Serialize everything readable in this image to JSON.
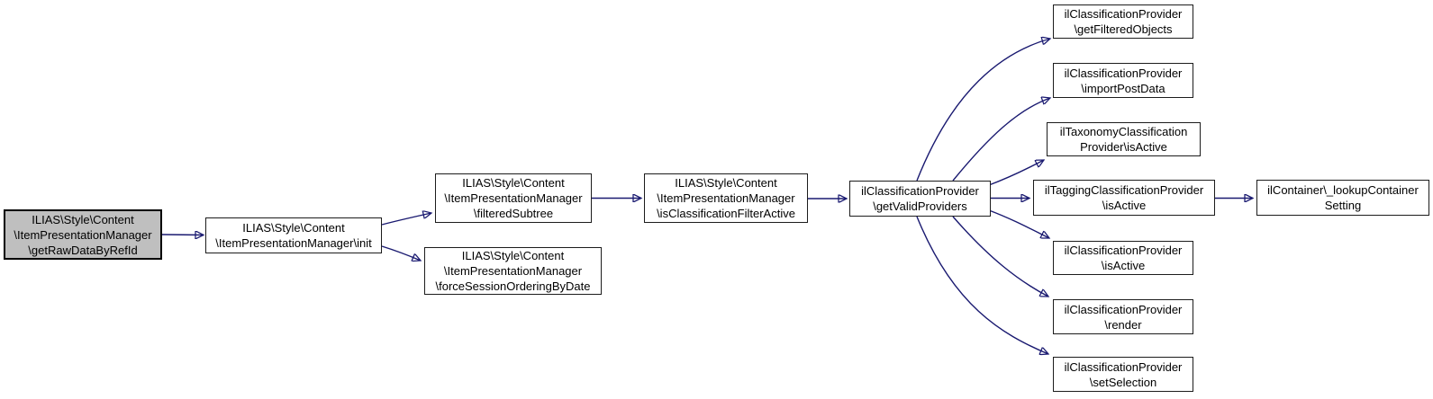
{
  "diagram": {
    "type": "call-graph",
    "edge_color": "#191970",
    "node_border_color": "#1c1c1c",
    "highlight_fill": "#bfbfbf",
    "background_color": "#ffffff",
    "nodes": [
      {
        "id": "get-raw-data-by-ref-id",
        "highlighted": true,
        "label": "ILIAS\\Style\\Content\n\\ItemPresentationManager\n\\getRawDataByRefId"
      },
      {
        "id": "init",
        "highlighted": false,
        "label": "ILIAS\\Style\\Content\n\\ItemPresentationManager\\init"
      },
      {
        "id": "filtered-subtree",
        "highlighted": false,
        "label": "ILIAS\\Style\\Content\n\\ItemPresentationManager\n\\filteredSubtree"
      },
      {
        "id": "force-session-ordering-by-date",
        "highlighted": false,
        "label": "ILIAS\\Style\\Content\n\\ItemPresentationManager\n\\forceSessionOrderingByDate"
      },
      {
        "id": "is-classification-filter-active",
        "highlighted": false,
        "label": "ILIAS\\Style\\Content\n\\ItemPresentationManager\n\\isClassificationFilterActive"
      },
      {
        "id": "get-valid-providers",
        "highlighted": false,
        "label": "ilClassificationProvider\n\\getValidProviders"
      },
      {
        "id": "get-filtered-objects",
        "highlighted": false,
        "label": "ilClassificationProvider\n\\getFilteredObjects"
      },
      {
        "id": "import-post-data",
        "highlighted": false,
        "label": "ilClassificationProvider\n\\importPostData"
      },
      {
        "id": "taxonomy-is-active",
        "highlighted": false,
        "label": "ilTaxonomyClassification\nProvider\\isActive"
      },
      {
        "id": "tagging-is-active",
        "highlighted": false,
        "label": "ilTaggingClassificationProvider\n\\isActive"
      },
      {
        "id": "is-active",
        "highlighted": false,
        "label": "ilClassificationProvider\n\\isActive"
      },
      {
        "id": "render",
        "highlighted": false,
        "label": "ilClassificationProvider\n\\render"
      },
      {
        "id": "set-selection",
        "highlighted": false,
        "label": "ilClassificationProvider\n\\setSelection"
      },
      {
        "id": "lookup-container-setting",
        "highlighted": false,
        "label": "ilContainer\\_lookupContainer\nSetting"
      }
    ],
    "edges": [
      {
        "from": "get-raw-data-by-ref-id",
        "to": "init"
      },
      {
        "from": "init",
        "to": "filtered-subtree"
      },
      {
        "from": "init",
        "to": "force-session-ordering-by-date"
      },
      {
        "from": "filtered-subtree",
        "to": "is-classification-filter-active"
      },
      {
        "from": "is-classification-filter-active",
        "to": "get-valid-providers"
      },
      {
        "from": "get-valid-providers",
        "to": "get-filtered-objects"
      },
      {
        "from": "get-valid-providers",
        "to": "import-post-data"
      },
      {
        "from": "get-valid-providers",
        "to": "taxonomy-is-active"
      },
      {
        "from": "get-valid-providers",
        "to": "tagging-is-active"
      },
      {
        "from": "get-valid-providers",
        "to": "is-active"
      },
      {
        "from": "get-valid-providers",
        "to": "render"
      },
      {
        "from": "get-valid-providers",
        "to": "set-selection"
      },
      {
        "from": "tagging-is-active",
        "to": "lookup-container-setting"
      }
    ]
  }
}
